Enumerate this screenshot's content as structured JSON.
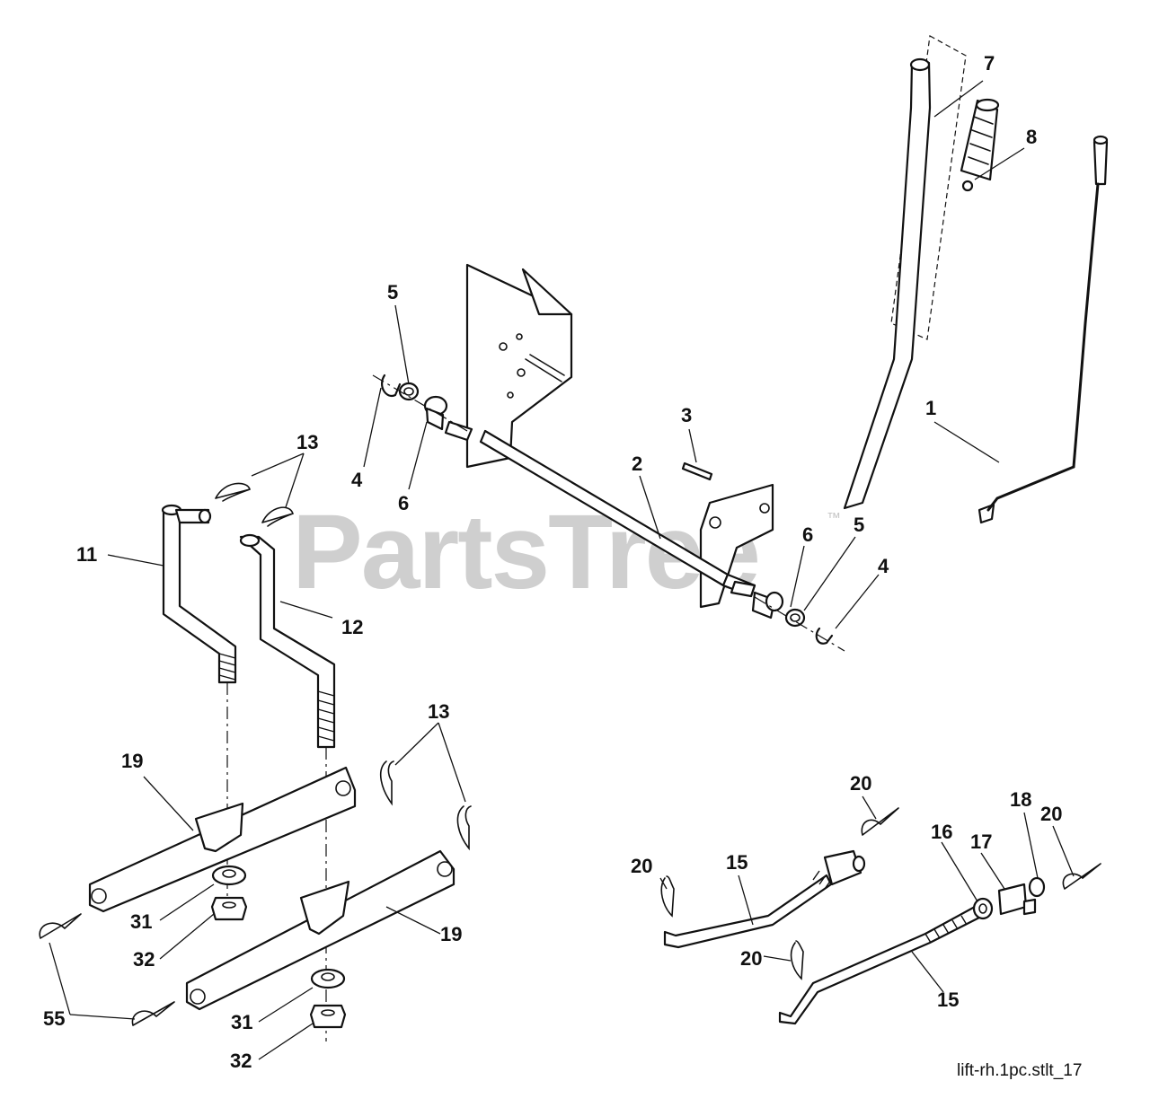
{
  "watermark": {
    "text": "PartsTree",
    "trademark": "™"
  },
  "reference_code": "lift-rh.1pc.stlt_17",
  "callouts": {
    "c1": "1",
    "c2": "2",
    "c3": "3",
    "c4a": "4",
    "c4b": "4",
    "c5a": "5",
    "c5b": "5",
    "c6a": "6",
    "c6b": "6",
    "c7": "7",
    "c8": "8",
    "c11": "11",
    "c12": "12",
    "c13a": "13",
    "c13b": "13",
    "c15a": "15",
    "c15b": "15",
    "c16": "16",
    "c17": "17",
    "c18": "18",
    "c19a": "19",
    "c19b": "19",
    "c20a": "20",
    "c20b": "20",
    "c20c": "20",
    "c20d": "20",
    "c31a": "31",
    "c31b": "31",
    "c32a": "32",
    "c32b": "32",
    "c55": "55"
  }
}
